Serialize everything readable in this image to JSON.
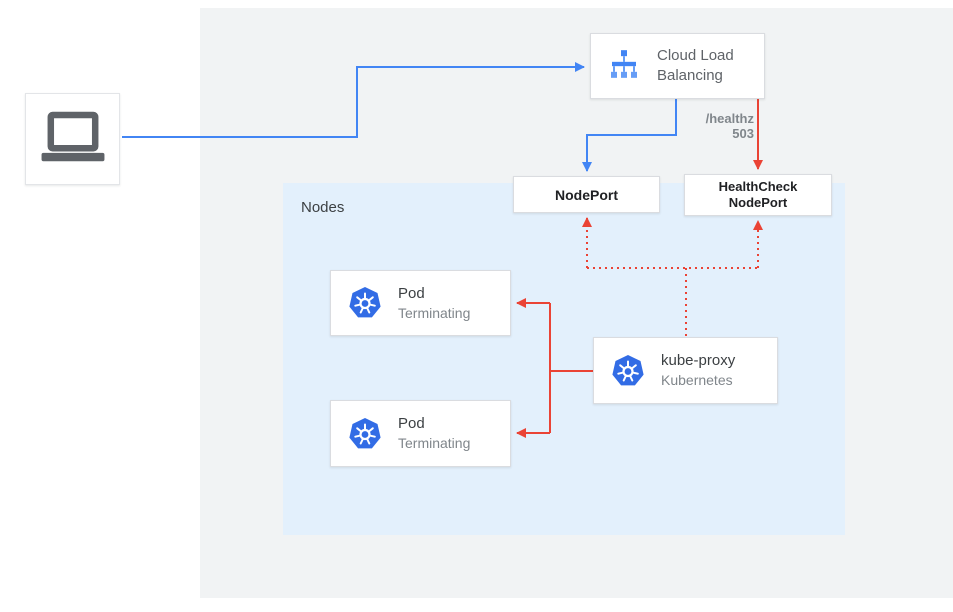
{
  "colors": {
    "arrow_blue": "#4285f4",
    "arrow_red": "#ea4335",
    "panel_gray": "#f1f3f4",
    "nodes_blue": "#e3f0fc",
    "kubernetes_blue": "#326ce5",
    "card_border": "#dadce0",
    "text_dark": "#202124",
    "text_gray": "#80868b"
  },
  "client": {
    "icon": "laptop-icon"
  },
  "cloud_lb": {
    "icon": "cloud-load-balancing-icon",
    "label_line1": "Cloud Load",
    "label_line2": "Balancing"
  },
  "healthz_badge": "/healthz 503",
  "nodes_group": {
    "label": "Nodes"
  },
  "nodeport": {
    "label": "NodePort"
  },
  "healthcheck_nodeport": {
    "label_line1": "HealthCheck",
    "label_line2": "NodePort"
  },
  "pods": [
    {
      "icon": "kubernetes-icon",
      "title": "Pod",
      "status": "Terminating"
    },
    {
      "icon": "kubernetes-icon",
      "title": "Pod",
      "status": "Terminating"
    }
  ],
  "kube_proxy": {
    "icon": "kubernetes-icon",
    "title": "kube-proxy",
    "subtitle": "Kubernetes"
  }
}
